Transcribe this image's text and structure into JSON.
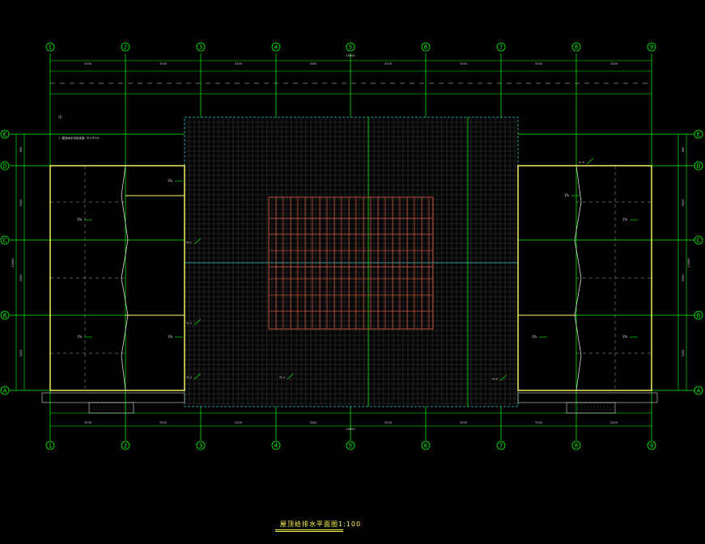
{
  "drawing": {
    "title": "屋顶给排水平面图1:100",
    "colors": {
      "background": "#000000",
      "axis": "#00ff00",
      "grid": "#3a3a3a",
      "cyan": "#33cccc",
      "yellow": "#ffff66",
      "red": "#c0503a",
      "white": "#dddddd"
    },
    "column_axes": [
      "1",
      "2",
      "3",
      "4",
      "5",
      "6",
      "7",
      "8",
      "9"
    ],
    "row_axes": [
      "A",
      "B",
      "C",
      "D",
      "E"
    ],
    "top_dims": [
      "3200",
      "3200",
      "3200",
      "3200",
      "3200",
      "3200",
      "3200",
      "3200"
    ],
    "top_total": "25600",
    "bottom_dims": [
      "3200",
      "3200",
      "3200",
      "3200",
      "3200",
      "3200",
      "3200",
      "3200"
    ],
    "bottom_total": "25600",
    "left_dims": [
      "3200",
      "3200",
      "3200",
      "600"
    ],
    "left_total": "13000",
    "right_dims": [
      "3200",
      "3200",
      "3200",
      "600"
    ],
    "right_total": "13000",
    "notes": [
      "注:",
      "1. 屋面雨水排放坡度: 不小于1%"
    ],
    "slopes": [
      "1%",
      "1%",
      "1%",
      "1%",
      "1%",
      "1%",
      "1%",
      "1%"
    ],
    "pipe_labels": [
      "YL-1",
      "YL-2",
      "YL-3",
      "YL-4",
      "YL-5",
      "YL-6"
    ]
  }
}
